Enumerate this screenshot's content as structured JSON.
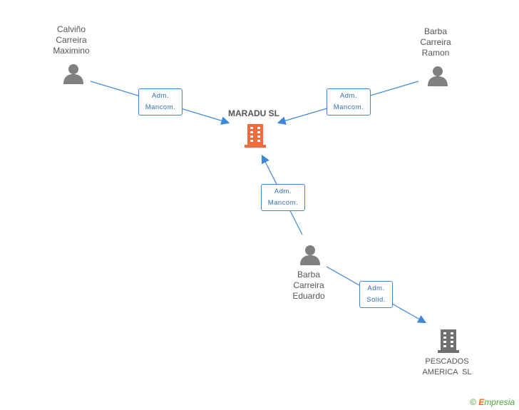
{
  "nodes": {
    "maradu": {
      "name": "MARADU SL"
    },
    "calvino": {
      "lines": [
        "Calviño",
        "Carreira",
        "Maximino"
      ]
    },
    "ramon": {
      "lines": [
        "Barba",
        "Carreira",
        "Ramon"
      ]
    },
    "eduardo": {
      "lines": [
        "Barba",
        "Carreira",
        "Eduardo"
      ]
    },
    "pescados": {
      "lines": [
        "PESCADOS",
        "AMERICA  SL"
      ]
    }
  },
  "edges": {
    "calvino": {
      "lines": [
        "Adm.",
        "Mancom."
      ]
    },
    "ramon": {
      "lines": [
        "Adm.",
        "Mancom."
      ]
    },
    "eduardo": {
      "lines": [
        "Adm.",
        "Mancom."
      ]
    },
    "pescados": {
      "lines": [
        "Adm.",
        "Solid."
      ]
    }
  },
  "footer": {
    "copyright": "©",
    "brand_initial": "E",
    "brand_rest": "mpresia"
  },
  "colors": {
    "line": "#3d87d6",
    "main_company": "#f26b3a",
    "person": "#808080",
    "company": "#707070"
  }
}
